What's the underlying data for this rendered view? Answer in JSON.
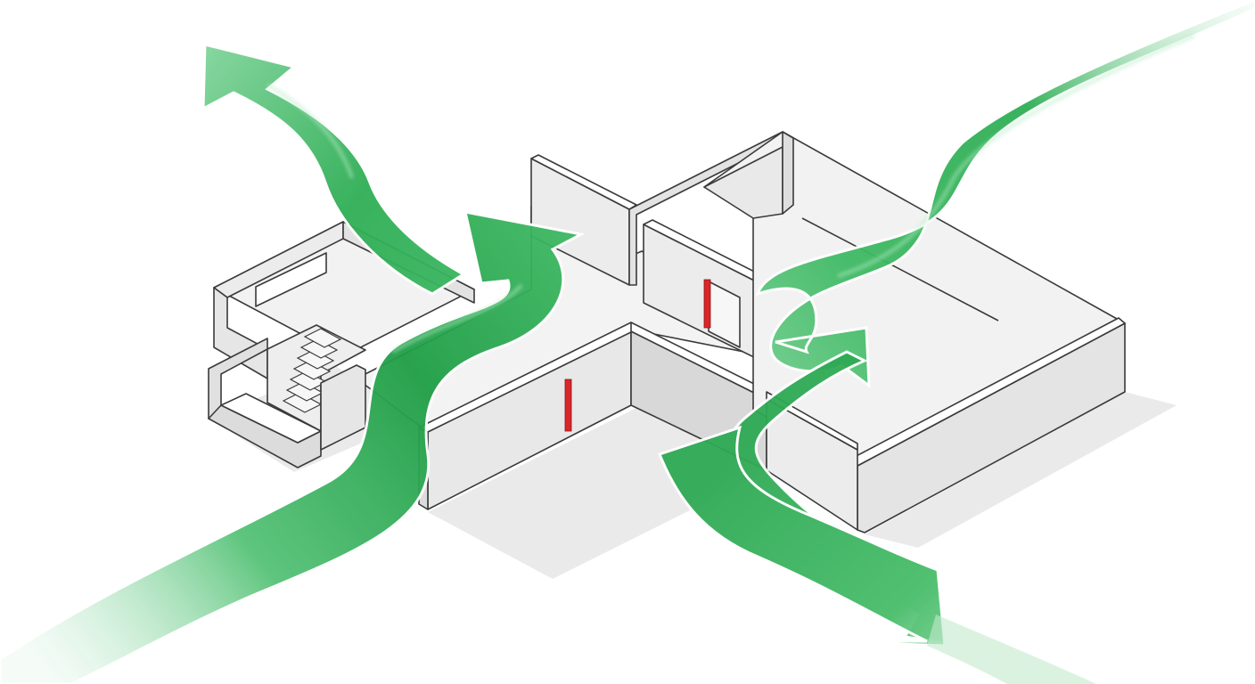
{
  "diagram": {
    "kind": "isometric-floor-plan-flow",
    "colors": {
      "background": "#ffffff",
      "floor": "#f3f3f3",
      "wall_top": "#ffffff",
      "wall_light": "#e9e9e9",
      "wall_dark": "#d6d6d6",
      "outline": "#3a3a3a",
      "shadow": "#d9d9d9",
      "door_marker": "#d9262b",
      "flow_dark": "#22a24a",
      "flow_light": "#8fd9a5",
      "flow_stroke": "#ffffff"
    },
    "elements": {
      "left_building": "left-wing-with-staircase",
      "center_building": "central-corridor-building",
      "right_building": "right-wing-large-room",
      "door_markers": 2,
      "flow_arrows": 4
    },
    "icons": {
      "stairs": "stairs-icon",
      "door": "door-marker-icon",
      "arrow": "flow-arrow-icon"
    }
  }
}
